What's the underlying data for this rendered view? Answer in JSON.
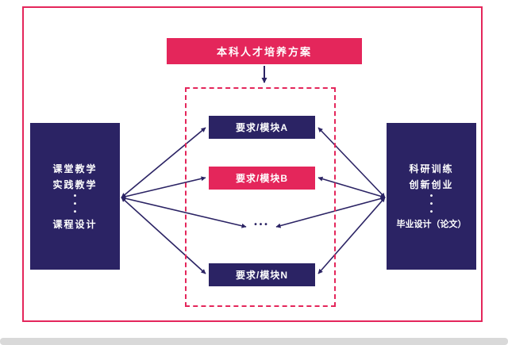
{
  "diagram": {
    "title_box": "本科人才培养方案",
    "modules": [
      {
        "label": "要求/模块A"
      },
      {
        "label": "要求/模块B"
      },
      {
        "label": "要求/模块N"
      }
    ],
    "center_dots": "•••",
    "left_box": {
      "lines": [
        "课堂教学",
        "实践教学",
        "•",
        "•",
        "•",
        "课程设计"
      ]
    },
    "right_box": {
      "lines": [
        "科研训练",
        "创新创业",
        "•",
        "•",
        "•",
        "毕业设计（论文）"
      ]
    },
    "colors": {
      "crimson": "#E4265B",
      "navy": "#2B2364",
      "background": "#FFFFFF",
      "bottom_bar": "#D9D9D9"
    }
  }
}
